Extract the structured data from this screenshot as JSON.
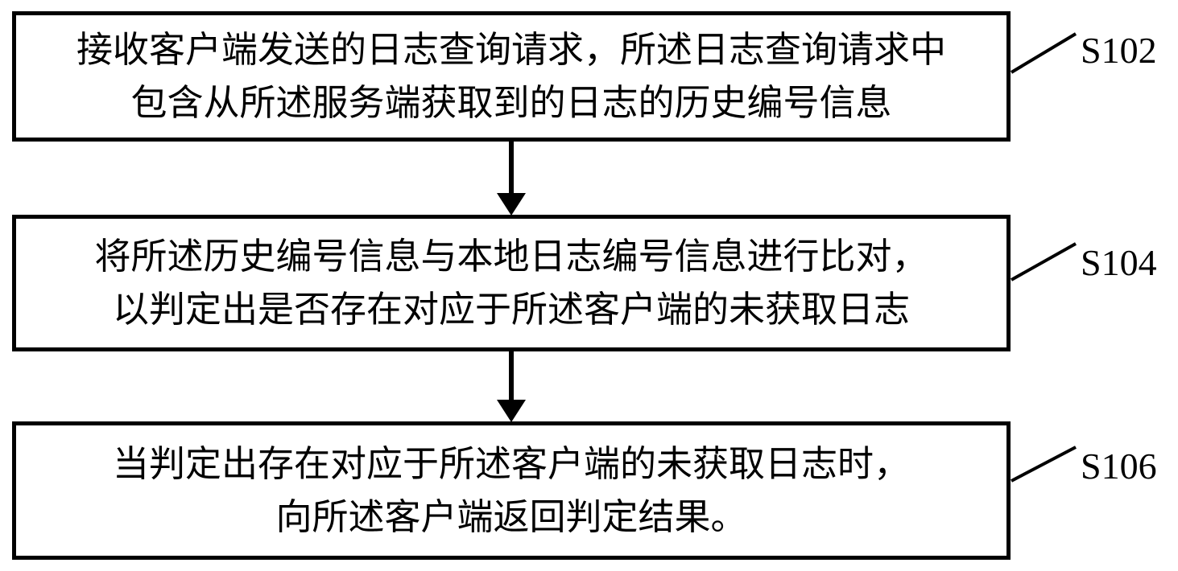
{
  "diagram": {
    "type": "flowchart",
    "background": "#ffffff",
    "line_color": "#000000",
    "steps": [
      {
        "label": "S102",
        "line1": "接收客户端发送的日志查询请求，所述日志查询请求中",
        "line2": "包含从所述服务端获取到的日志的历史编号信息"
      },
      {
        "label": "S104",
        "line1": "将所述历史编号信息与本地日志编号信息进行比对，",
        "line2": "以判定出是否存在对应于所述客户端的未获取日志"
      },
      {
        "label": "S106",
        "line1": "当判定出存在对应于所述客户端的未获取日志时，",
        "line2": "向所述客户端返回判定结果。"
      }
    ]
  }
}
